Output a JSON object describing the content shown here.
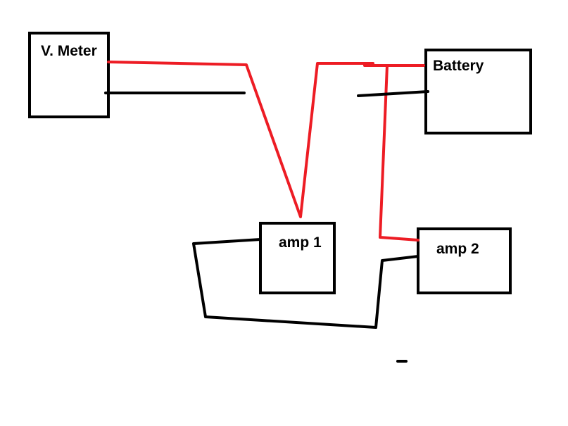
{
  "components": {
    "voltmeter": {
      "label": "V. Meter"
    },
    "battery": {
      "label": "Battery"
    },
    "amp1": {
      "label": "amp 1"
    },
    "amp2": {
      "label": "amp 2"
    }
  },
  "colors": {
    "positive_wire": "#ed1c24",
    "negative_wire": "#000000",
    "box_border": "#000000",
    "background": "#ffffff"
  }
}
